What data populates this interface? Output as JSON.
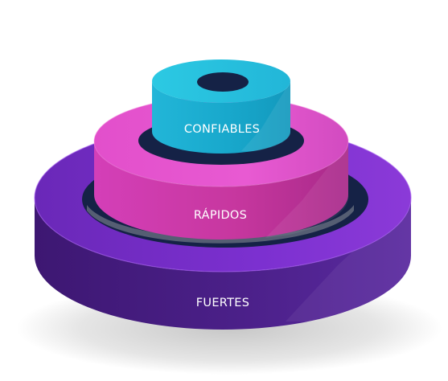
{
  "rings": [
    {
      "id": "bottom",
      "label": "FUERTES"
    },
    {
      "id": "middle",
      "label": "RÁPIDOS"
    },
    {
      "id": "top",
      "label": "CONFIABLES"
    }
  ],
  "colors": {
    "bottom_top": "#7b2fc9",
    "bottom_side": "#4a1f86",
    "middle_top": "#e040c0",
    "middle_side": "#c23099",
    "top_top": "#25c0de",
    "top_side": "#14a4c7",
    "hole": "#152246"
  }
}
